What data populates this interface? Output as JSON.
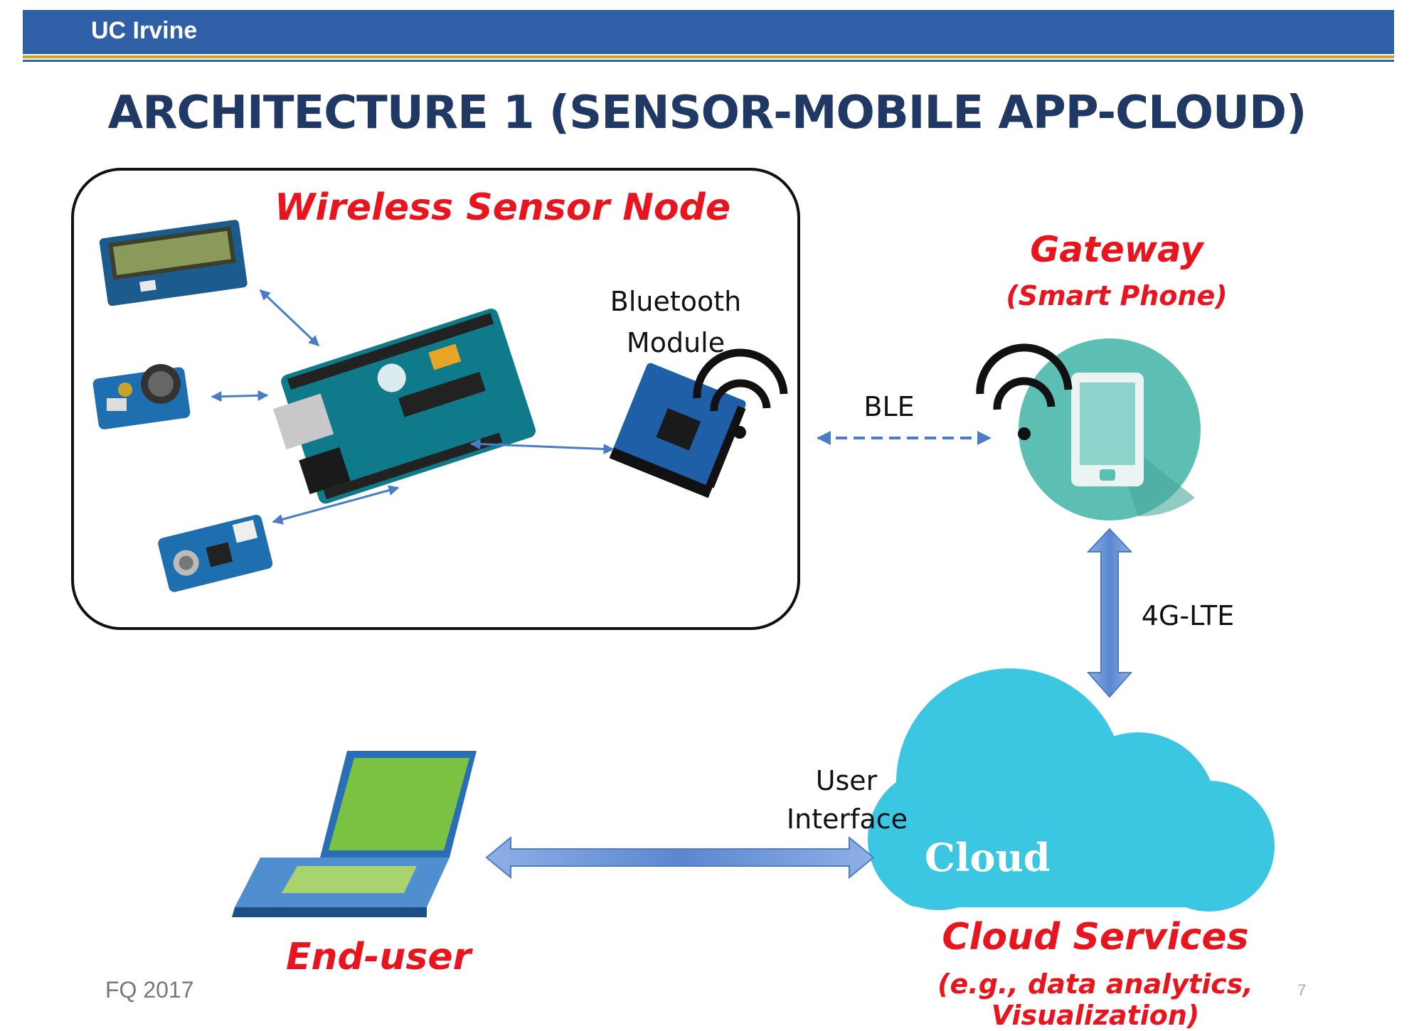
{
  "header": {
    "org": "UC Irvine"
  },
  "title": "ARCHITECTURE 1 (SENSOR-MOBILE APP-CLOUD)",
  "nodes": {
    "sensor_node": "Wireless Sensor Node",
    "bluetooth_line1": "Bluetooth",
    "bluetooth_line2": "Module",
    "gateway": "Gateway",
    "gateway_sub": "(Smart Phone)",
    "cloud_label": "Cloud",
    "cloud_services": "Cloud Services",
    "cloud_services_sub": "(e.g., data analytics, Visualization)",
    "end_user": "End-user"
  },
  "links": {
    "ble": "BLE",
    "lte": "4G-LTE",
    "ui_line1": "User",
    "ui_line2": "Interface"
  },
  "footer": {
    "date": "FQ 2017",
    "page": "7"
  },
  "colors": {
    "banner": "#2f5fa6",
    "title": "#1f3864",
    "accent_red": "#e8141e",
    "arrow_blue": "#6b93d6",
    "cloud": "#3bc6e1",
    "phone_circle": "#5dbfb4",
    "laptop_screen": "#7cc242"
  }
}
